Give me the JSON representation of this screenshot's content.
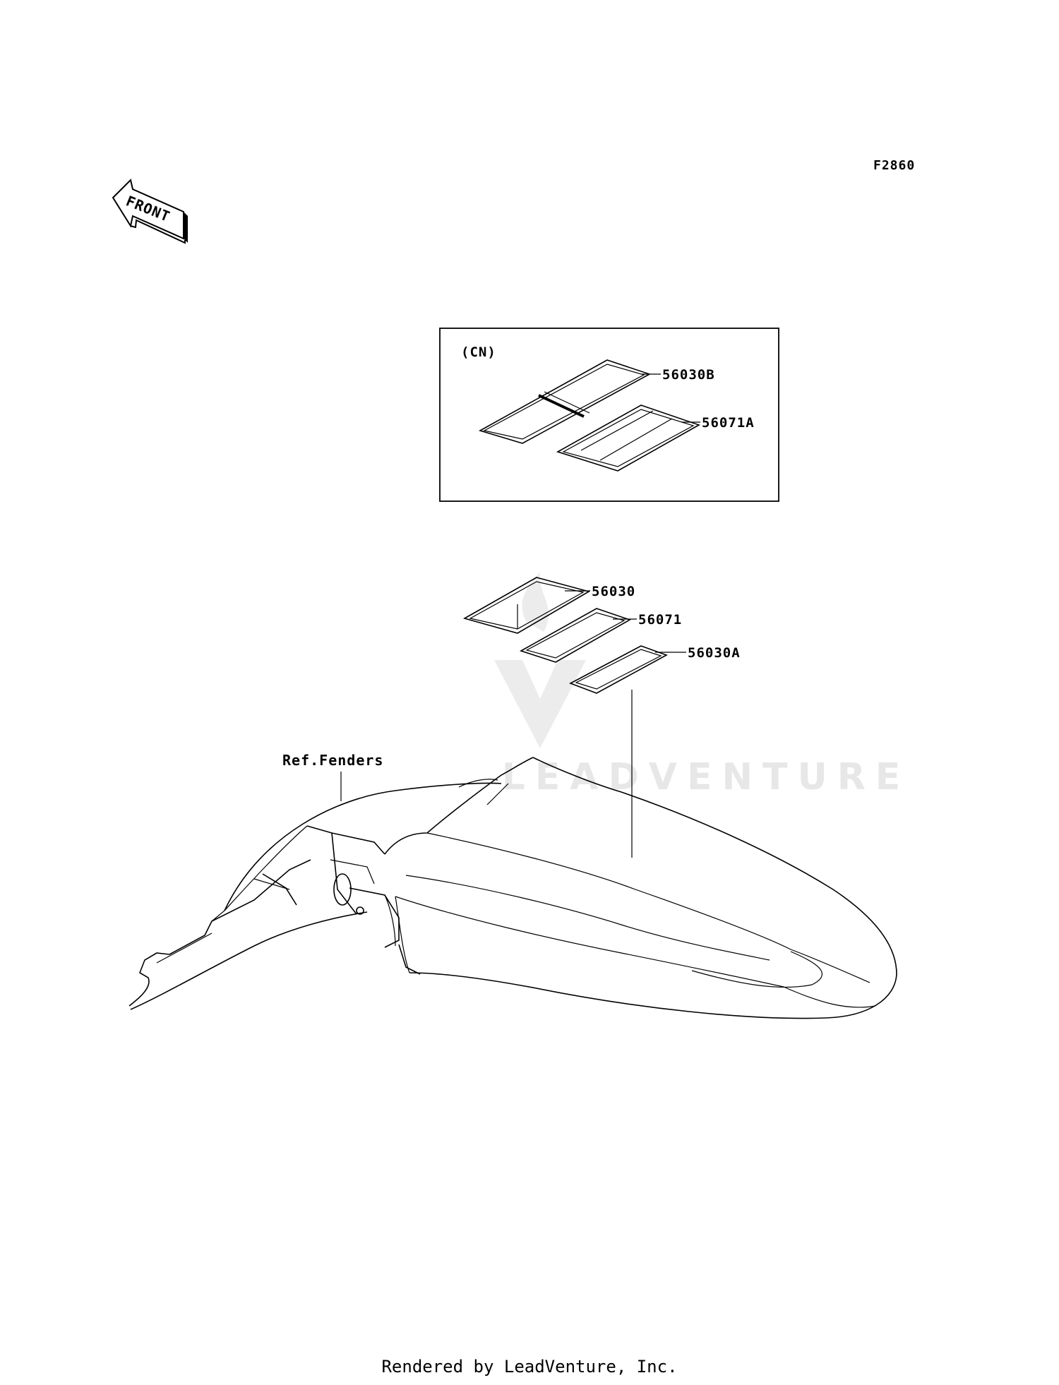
{
  "diagram_code": "F2860",
  "front_arrow_label": "FRONT",
  "inset": {
    "region_label": "(CN)"
  },
  "callouts": {
    "p56030B": "56030B",
    "p56071A": "56071A",
    "p56030": "56030",
    "p56071": "56071",
    "p56030A": "56030A",
    "ref_fenders": "Ref.Fenders"
  },
  "watermark": "LEADVENTURE",
  "footer": "Rendered by LeadVenture, Inc."
}
